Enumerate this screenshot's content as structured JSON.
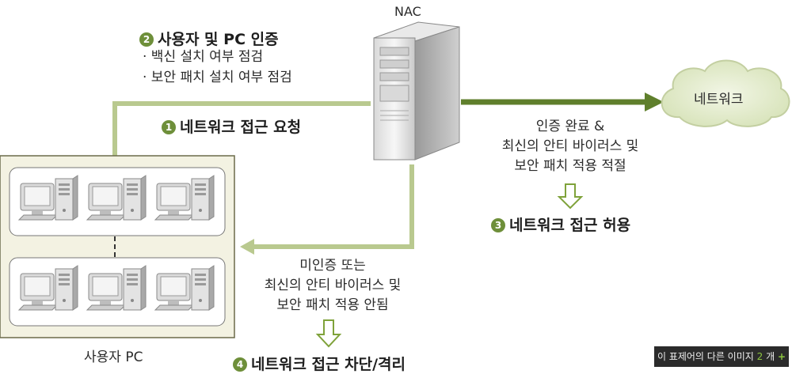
{
  "nac_label": "NAC",
  "network_label": "네트워크",
  "user_pc_label": "사용자 PC",
  "step1": {
    "num": "1",
    "text": "네트워크 접근 요청"
  },
  "step2": {
    "num": "2",
    "text": "사용자 및 PC 인증",
    "bullets": [
      "· 백신 설치 여부 점검",
      "· 보안 패치 설치 여부 점검"
    ]
  },
  "step3": {
    "num": "3",
    "text": "네트워크 접근 허용",
    "condition": [
      "인증 완료 &",
      "최신의 안티 바이러스 및",
      "보안 패치 적용 적절"
    ]
  },
  "step4": {
    "num": "4",
    "text": "네트워크 접근 차단/격리",
    "condition": [
      "미인증 또는",
      "최신의 안티 바이러스 및",
      "보안 패치 적용 안됨"
    ]
  },
  "footer": {
    "prefix": "이 표제어의 다른 이미지",
    "count": "2",
    "suffix": "개",
    "plus": "+"
  },
  "colors": {
    "arrow_dark": "#5f7f2c",
    "arrow_light": "#b9c98f",
    "panel_bg": "#f3f2e2",
    "cloud": "#e6edd2"
  }
}
